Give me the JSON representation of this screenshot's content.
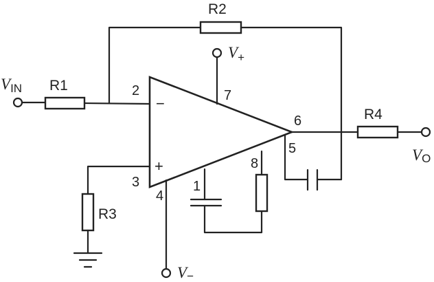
{
  "components": {
    "r1": "R1",
    "r2": "R2",
    "r3": "R3",
    "r4": "R4"
  },
  "pins": {
    "p1": "1",
    "p2": "2",
    "p3": "3",
    "p4": "4",
    "p5": "5",
    "p6": "6",
    "p7": "7",
    "p8": "8"
  },
  "opamp": {
    "inverting_sign": "−",
    "noninverting_sign": "+"
  },
  "terminals": {
    "vin": {
      "main": "V",
      "sub": "IN"
    },
    "vplus": {
      "main": "V",
      "sub": "+"
    },
    "vminus": {
      "main": "V",
      "sub": "−"
    },
    "vo": {
      "main": "V",
      "sub": "O"
    }
  }
}
